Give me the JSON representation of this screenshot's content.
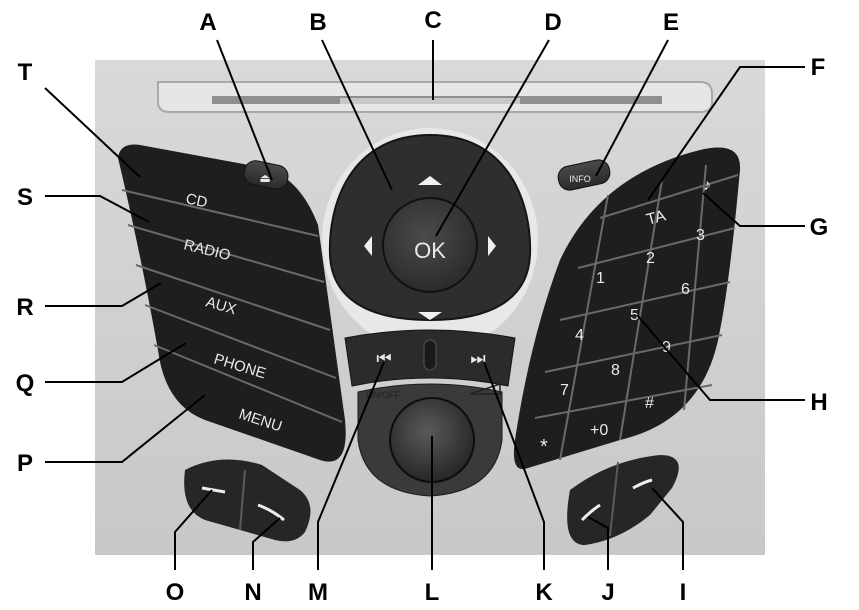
{
  "callouts": {
    "A": "A",
    "B": "B",
    "C": "C",
    "D": "D",
    "E": "E",
    "F": "F",
    "G": "G",
    "H": "H",
    "I": "I",
    "J": "J",
    "K": "K",
    "L": "L",
    "M": "M",
    "N": "N",
    "O": "O",
    "P": "P",
    "Q": "Q",
    "R": "R",
    "S": "S",
    "T": "T"
  },
  "left_buttons": {
    "cd": "CD",
    "radio": "RADIO",
    "aux": "AUX",
    "phone": "PHONE",
    "menu": "MENU"
  },
  "center": {
    "ok": "OK",
    "on_off": "ON/OFF"
  },
  "small_buttons": {
    "info": "INFO",
    "eject": "⏏"
  },
  "keypad": {
    "ta": "TA",
    "k1": "1",
    "k2": "2",
    "k3": "3",
    "k4": "4",
    "k5": "5",
    "k6": "6",
    "k7": "7",
    "k8": "8",
    "k9": "9",
    "star": "*",
    "k0": "+0",
    "hash": "#"
  },
  "transport": {
    "prev": "⏮",
    "next": "⏭"
  }
}
